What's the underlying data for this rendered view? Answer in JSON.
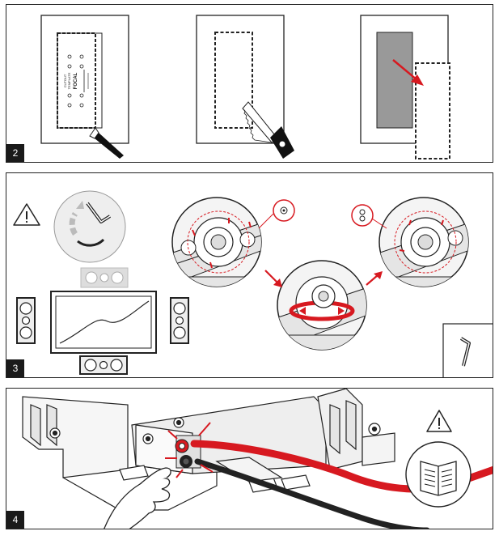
{
  "steps": [
    {
      "number": "2"
    },
    {
      "number": "3"
    },
    {
      "number": "4"
    }
  ],
  "template_label": {
    "line1": "CUTOUT",
    "line2": "TEMPLATE",
    "brand": "FOCAL"
  },
  "colors": {
    "accent_red": "#d71920",
    "ink": "#1a1a1a",
    "cutout_gray": "#999999",
    "wire_black": "#222222"
  },
  "icons": [
    "warning-icon",
    "hex-key-icon",
    "manual-icon",
    "pencil-icon",
    "saw-icon"
  ]
}
